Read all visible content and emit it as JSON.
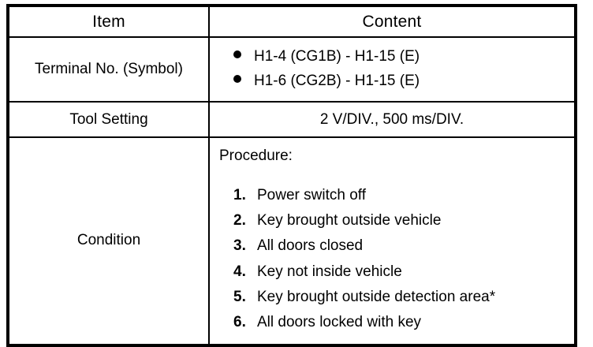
{
  "table": {
    "headers": {
      "item": "Item",
      "content": "Content"
    },
    "rows": {
      "terminal": {
        "label": "Terminal No. (Symbol)",
        "bullets": [
          "H1-4 (CG1B) - H1-15 (E)",
          "H1-6 (CG2B) - H1-15 (E)"
        ]
      },
      "tool_setting": {
        "label": "Tool Setting",
        "value": "2 V/DIV., 500 ms/DIV."
      },
      "condition": {
        "label": "Condition",
        "procedure_title": "Procedure:",
        "steps": [
          {
            "num": "1.",
            "text": "Power switch off"
          },
          {
            "num": "2.",
            "text": "Key brought outside vehicle"
          },
          {
            "num": "3.",
            "text": "All doors closed"
          },
          {
            "num": "4.",
            "text": "Key not inside vehicle"
          },
          {
            "num": "5.",
            "text": "Key brought outside detection area*"
          },
          {
            "num": "6.",
            "text": "All doors locked with key"
          }
        ]
      }
    }
  },
  "colors": {
    "border": "#000000",
    "text": "#000000",
    "background": "#ffffff"
  }
}
